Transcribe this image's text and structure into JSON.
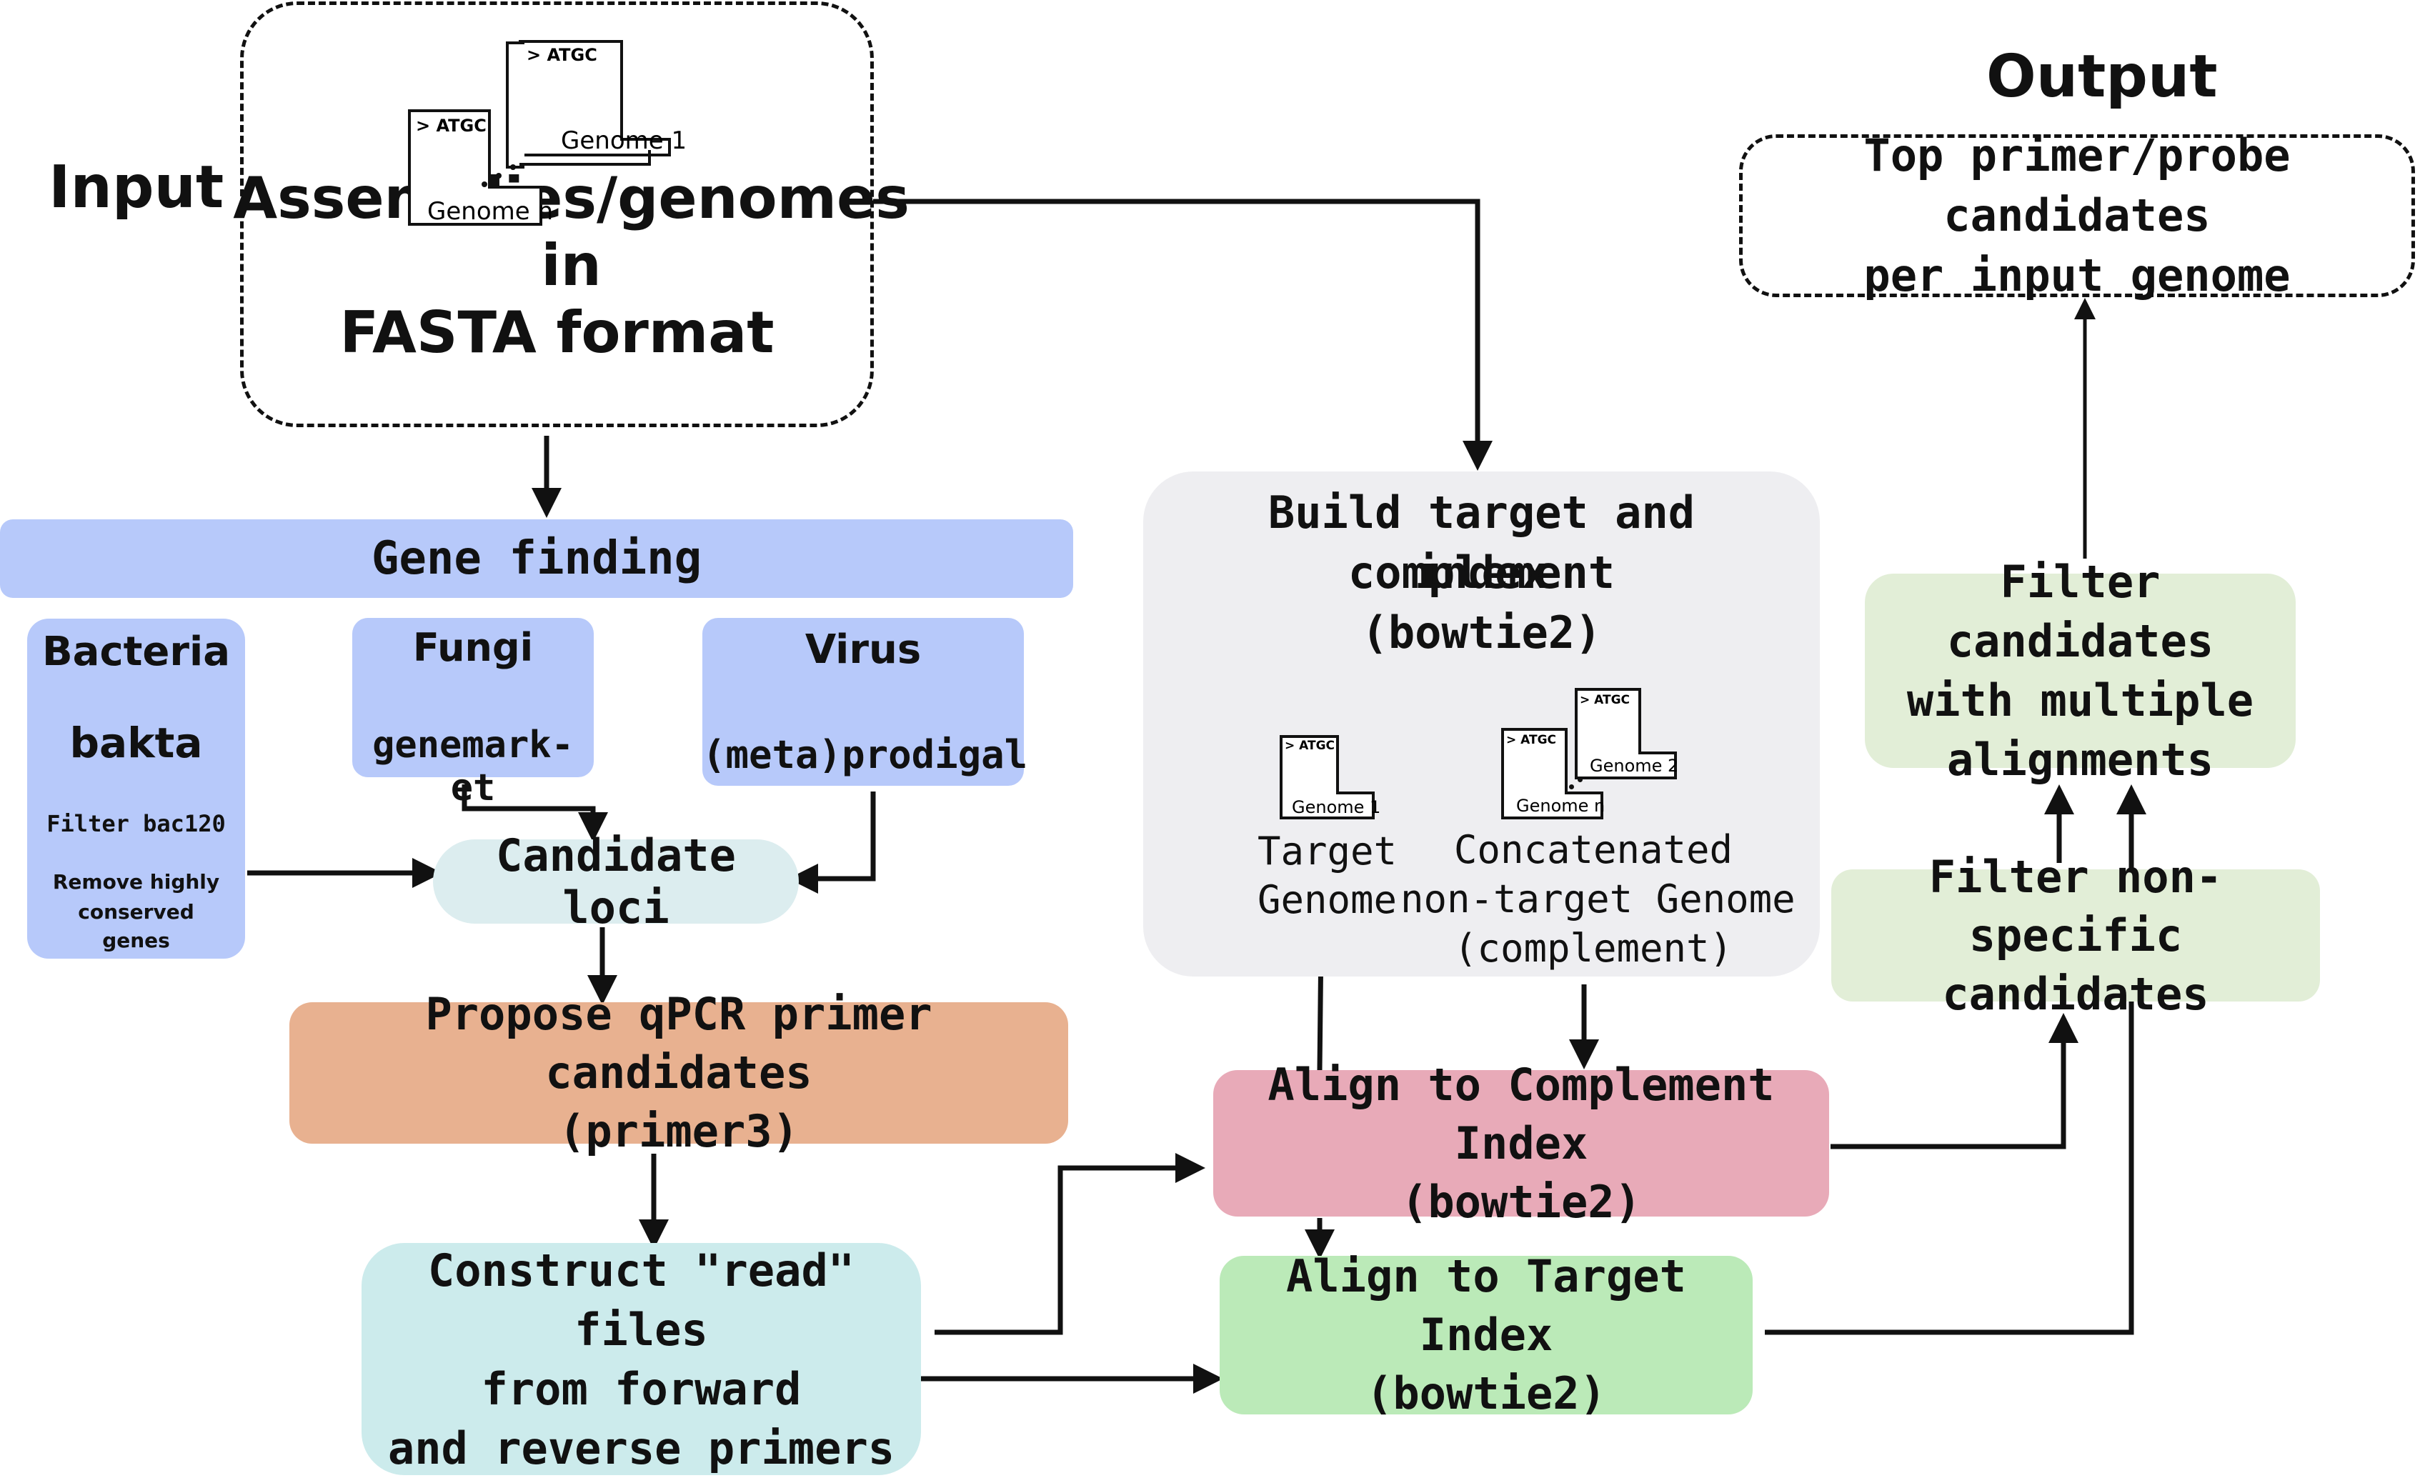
{
  "colors": {
    "gene_blue": "#b7c9fa",
    "candidate_teal": "#dcedef",
    "primer_orange": "#e8b190",
    "read_cyan": "#ccebec",
    "index_gray": "#eeeef1",
    "complement_pink": "#e8aab8",
    "target_green": "#bbeab8",
    "filter_green": "#e2eed7",
    "line": "#111111"
  },
  "labels": {
    "input": "Input",
    "output": "Output"
  },
  "input_box": {
    "line1": "Assemblies/genomes in",
    "line2": "FASTA format"
  },
  "genome_docs": {
    "header": "> ATGC",
    "genome_1": "Genome 1",
    "genome_2": "Genome 2",
    "genome_n": "Genome n"
  },
  "gene_finding": {
    "title": "Gene finding",
    "bacteria": {
      "title": "Bacteria",
      "tool": "bakta",
      "filter": "Filter bac120",
      "note1": "Remove highly",
      "note2": "conserved",
      "note3": "genes"
    },
    "fungi": {
      "title": "Fungi",
      "tool": "genemark-et"
    },
    "virus": {
      "title": "Virus",
      "tool": "(meta)prodigal"
    }
  },
  "candidate_loci": "Candidate loci",
  "propose": {
    "line1": "Propose qPCR primer candidates",
    "line2": "(primer3)"
  },
  "construct": {
    "line1": "Construct \"read\" files",
    "line2": "from forward",
    "line3": "and reverse primers"
  },
  "build_index": {
    "line1": "Build target and complement",
    "line2": "index",
    "line3": "(bowtie2)",
    "target_label1": "Target",
    "target_label2": "Genome",
    "complement_label1": "Concatenated",
    "complement_label2": "non-target Genome",
    "complement_label3": "(complement)"
  },
  "align_complement": {
    "line1": "Align to Complement Index",
    "line2": "(bowtie2)"
  },
  "align_target": {
    "line1": "Align to Target Index",
    "line2": "(bowtie2)"
  },
  "filter_nonspecific": {
    "line1": "Filter non-specific",
    "line2": "candidates"
  },
  "filter_multiple": {
    "line1": "Filter candidates",
    "line2": "with multiple",
    "line3": "alignments"
  },
  "output_box": {
    "line1": "Top primer/probe candidates",
    "line2": "per input genome"
  }
}
